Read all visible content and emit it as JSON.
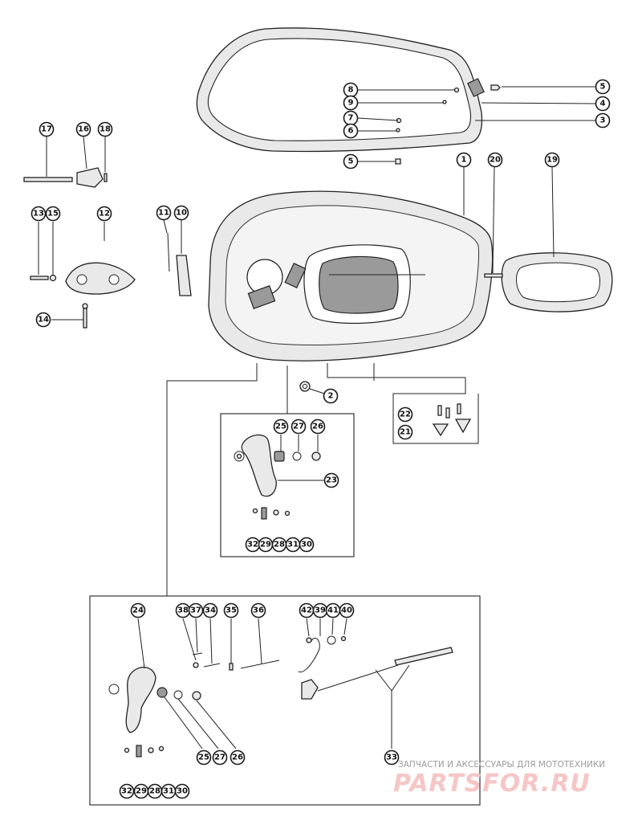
{
  "diagram": {
    "callouts": {
      "c1": "1",
      "c2": "2",
      "c3": "3",
      "c4": "4",
      "c5a": "5",
      "c5b": "5",
      "c6": "6",
      "c7": "7",
      "c8": "8",
      "c9": "9",
      "c10": "10",
      "c11": "11",
      "c12": "12",
      "c13": "13",
      "c14": "14",
      "c15": "15",
      "c16": "16",
      "c17": "17",
      "c18": "18",
      "c19": "19",
      "c20": "20",
      "c21": "21",
      "c22": "22",
      "c23": "23",
      "c24": "24",
      "c25a": "25",
      "c26a": "26",
      "c27a": "27",
      "c25b": "25",
      "c26b": "26",
      "c27b": "27",
      "c28a": "28",
      "c29a": "29",
      "c30a": "30",
      "c31a": "31",
      "c32a": "32",
      "c28b": "28",
      "c29b": "29",
      "c30b": "30",
      "c31b": "31",
      "c32b": "32",
      "c33": "33",
      "c34": "34",
      "c35": "35",
      "c36": "36",
      "c37": "37",
      "c38": "38",
      "c39": "39",
      "c40": "40",
      "c41": "41",
      "c42": "42"
    }
  },
  "watermark": {
    "caption": "ЗАПЧАСТИ И АКСЕССУАРЫ ДЛЯ МОТОТЕХНИКИ",
    "brand": "PARTSFOR.RU"
  }
}
